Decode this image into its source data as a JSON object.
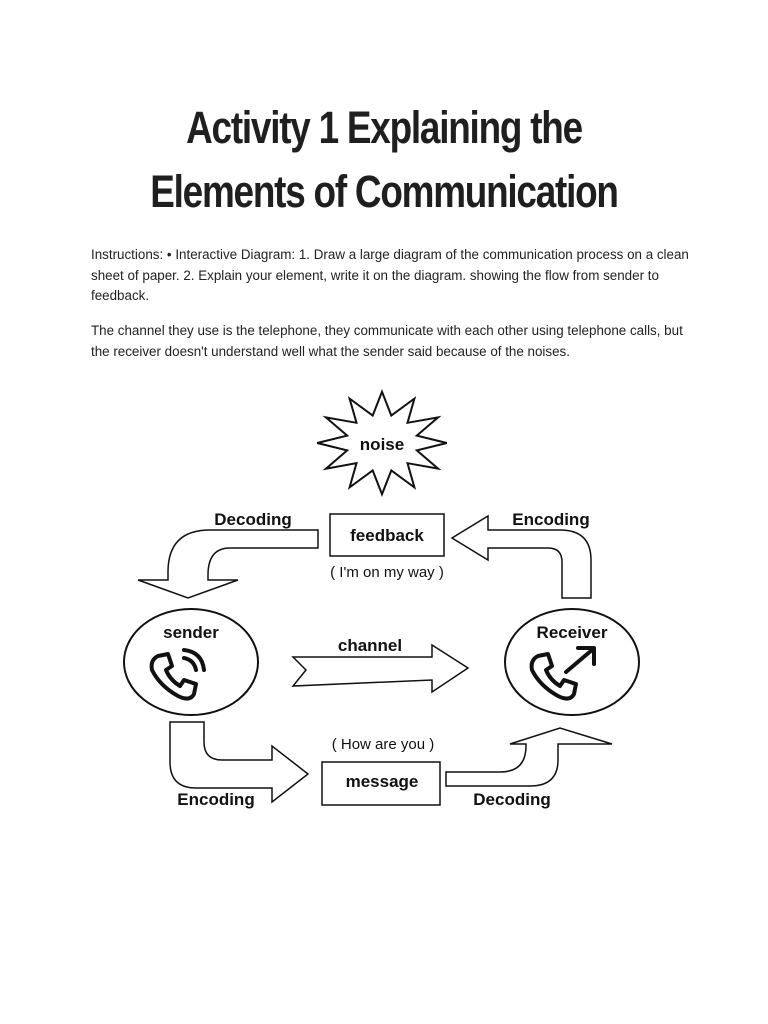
{
  "title": {
    "line1": "Activity 1 Explaining the",
    "line2": "Elements of Communication"
  },
  "instructions": "Instructions: • Interactive Diagram: 1. Draw a large diagram of the communication process on a clean sheet of paper. 2. Explain your element, write it on the diagram. showing the flow from sender to feedback.",
  "description": "The channel they use is the telephone, they communicate with each other using telephone calls, but the receiver doesn't understand well what the sender said because of the noises.",
  "diagram": {
    "noise": "noise",
    "feedback": "feedback",
    "feedback_quote": "( I'm on my way )",
    "decoding_top": "Decoding",
    "encoding_top": "Encoding",
    "sender": "sender",
    "receiver": "Receiver",
    "channel": "channel",
    "message_quote": "( How are you )",
    "message": "message",
    "encoding_bottom": "Encoding",
    "decoding_bottom": "Decoding",
    "icons": {
      "sender": "phone-calling-icon",
      "receiver": "phone-outgoing-icon"
    }
  }
}
